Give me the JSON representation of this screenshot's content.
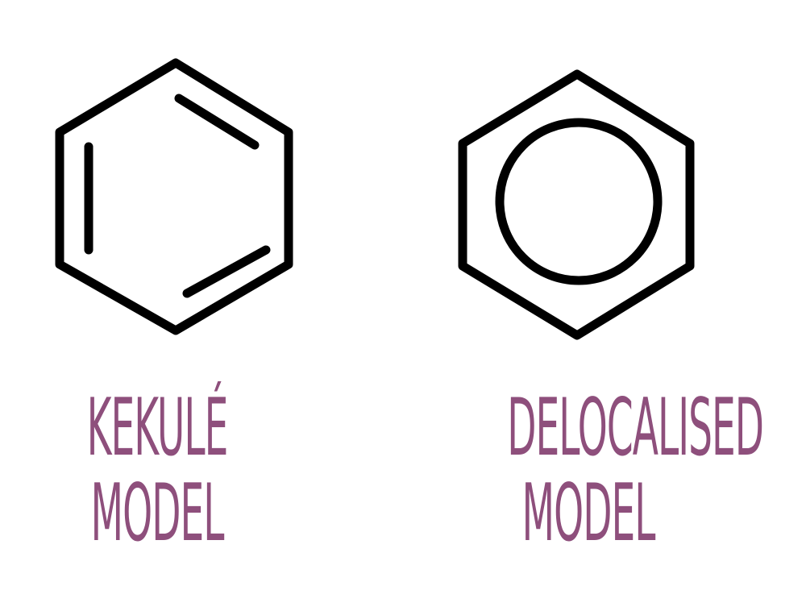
{
  "models": [
    {
      "line1": "KEKULÉ",
      "line2": "MODEL"
    },
    {
      "line1": "DELOCALISED",
      "line2": "MODEL"
    }
  ],
  "colors": {
    "line": "#000000",
    "caption": "#8e4f7c",
    "background": "#ffffff"
  },
  "icons": [
    "kekule-benzene-icon",
    "delocalised-benzene-icon"
  ]
}
